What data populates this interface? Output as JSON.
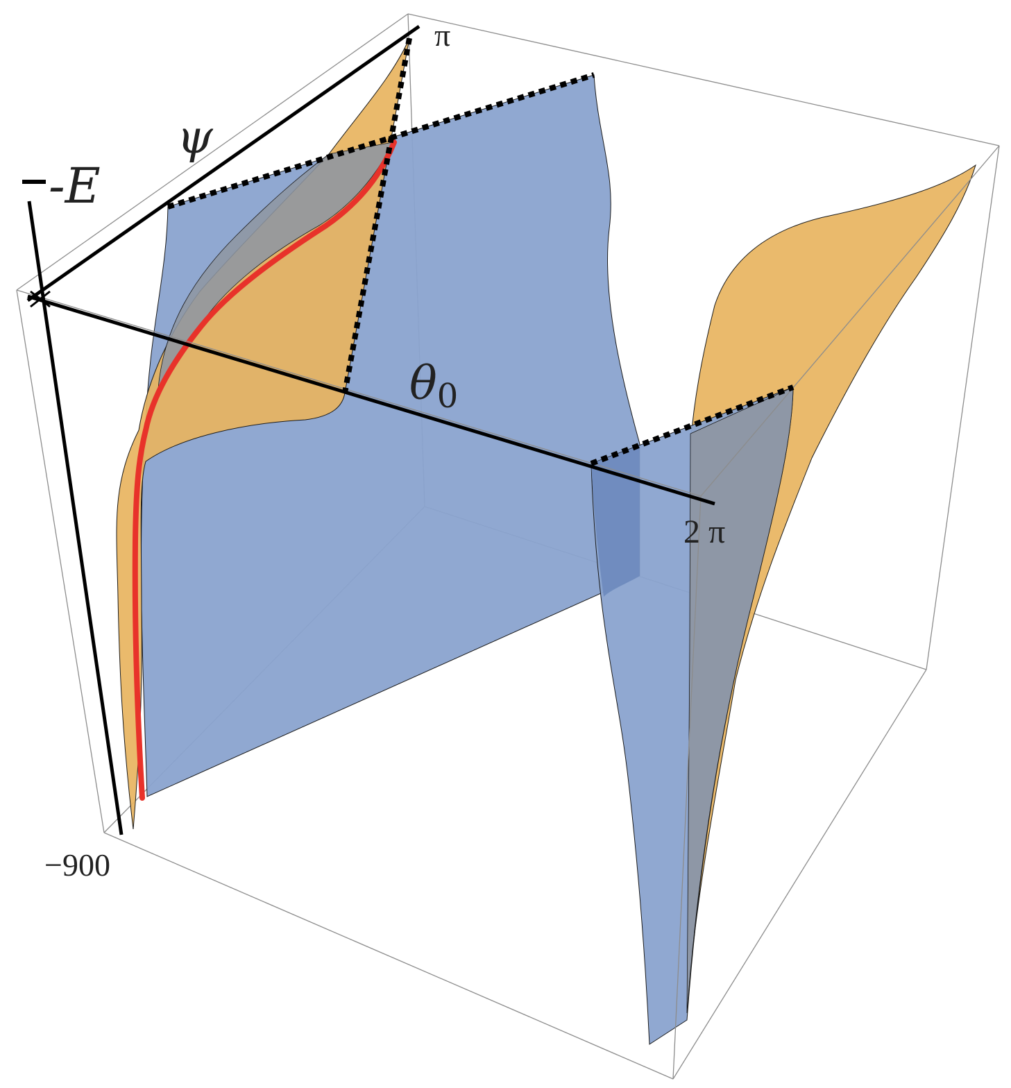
{
  "figure": {
    "axis_labels": {
      "energy": "-E",
      "psi": "ψ",
      "theta": "θ",
      "theta_subscript": "0"
    },
    "tick_labels": {
      "psi_max": "π",
      "theta_max": "2 π",
      "energy_min": "−900"
    },
    "colors": {
      "blue_sheet": "#8aa3cf",
      "orange_sheet": "#e8b460",
      "grey_overlap": "#8e96a2",
      "highlight_curve": "#e8322a",
      "axis_line": "#000000",
      "box_line": "#999999"
    }
  }
}
